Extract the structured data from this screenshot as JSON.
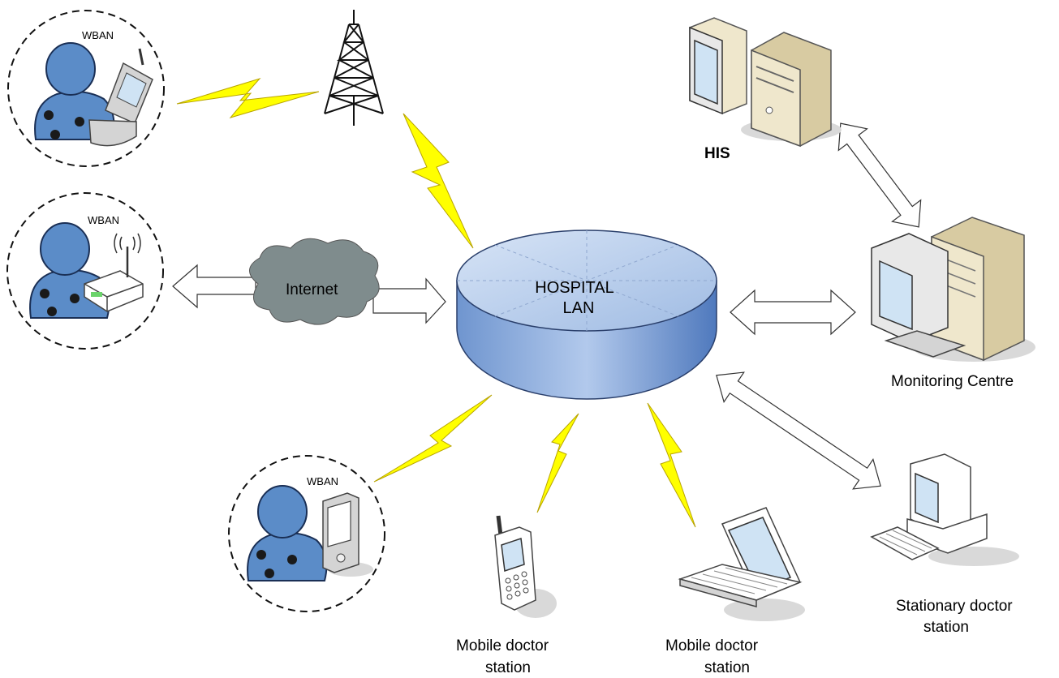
{
  "labels": {
    "wban_1": "WBAN",
    "wban_2": "WBAN",
    "wban_3": "WBAN",
    "internet": "Internet",
    "lan_line1": "HOSPITAL",
    "lan_line2": "LAN",
    "his": "HIS",
    "monitoring_centre": "Monitoring Centre",
    "stationary_line1": "Stationary doctor",
    "stationary_line2": "station",
    "mobile1_line1": "Mobile doctor",
    "mobile1_line2": "station",
    "mobile2_line1": "Mobile doctor",
    "mobile2_line2": "station"
  },
  "colors": {
    "bolt": "#ffff00",
    "lan_disk": "#a9c4e8",
    "cloud": "#7f8c8d",
    "person": "#5b8cc8"
  },
  "icons": [
    "person-icon",
    "flip-phone-icon",
    "router-icon",
    "pda-icon",
    "cell-tower-icon",
    "cloud-icon",
    "server-icon",
    "computer-icon",
    "laptop-icon",
    "mobile-phone-icon",
    "lightning-bolt-icon",
    "double-arrow-icon"
  ]
}
